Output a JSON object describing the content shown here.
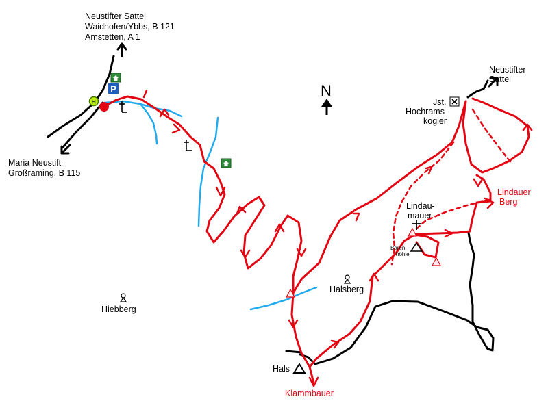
{
  "places": {
    "neustifter_sattel_nw": "Neustifter Sattel",
    "waidhofen": "Waidhofen/Ybbs, B 121",
    "amstetten": "Amstetten, A 1",
    "maria_neustift": "Maria Neustift",
    "grossraming": "Großraming, B 115",
    "neustifter_ne_1": "Neustifter",
    "neustifter_ne_2": "Sattel",
    "jst_1": "Jst.",
    "jst_2": "Hochrams-",
    "jst_3": "kogler",
    "lindaumauer_1": "Lindau-",
    "lindaumauer_2": "mauer",
    "lindauer_berg_1": "Lindauer",
    "lindauer_berg_2": "Berg",
    "baerenhoehle_1": "Bären-",
    "baerenhoehle_2": "höhle",
    "halsberg": "Halsberg",
    "hiebberg": "Hiebberg",
    "hals": "Hals",
    "klammbauer": "Klammbauer"
  },
  "north": "N",
  "symbols": {
    "bus_stop": "H",
    "parking": "P"
  },
  "colors": {
    "trail": "#e30613",
    "water": "#22aaee",
    "road": "#000000",
    "parking": "#1f5fbf",
    "bus_stop": "#c8f000",
    "hut": "#2e8b3a"
  }
}
